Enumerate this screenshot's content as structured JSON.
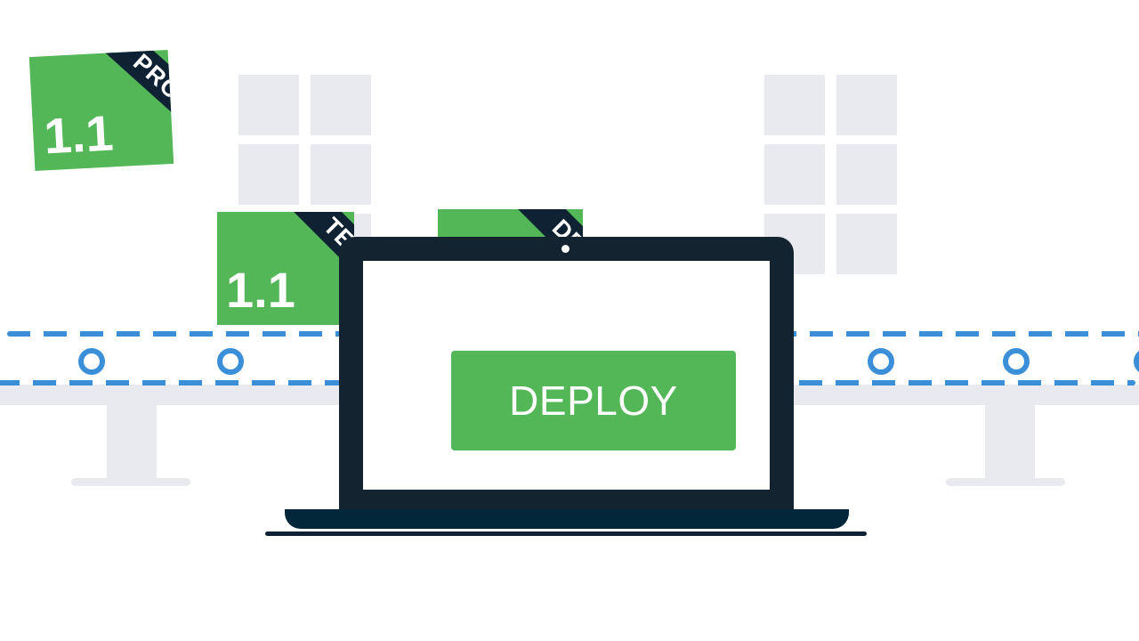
{
  "scene": {
    "background": "#ffffff",
    "accent_green": "#54b757",
    "ribbon_navy": "#0f2233",
    "laptop_navy": "#13232f",
    "conveyor_blue": "#3a8fd8",
    "structure_gray": "#e8eaef"
  },
  "cards": [
    {
      "stage": "PROD",
      "version": "1.1"
    },
    {
      "stage": "TEST",
      "version": "1.1"
    },
    {
      "stage": "DEV",
      "version": ""
    }
  ],
  "laptop": {
    "deploy_button_label": "DEPLOY"
  }
}
